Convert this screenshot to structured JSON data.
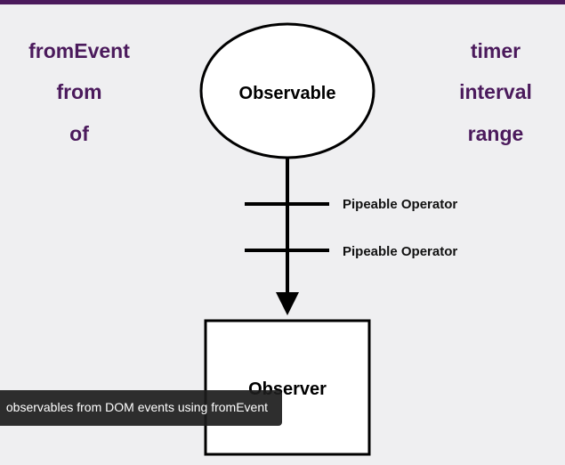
{
  "creation_functions": {
    "left": [
      "fromEvent",
      "from",
      "of"
    ],
    "right": [
      "timer",
      "interval",
      "range"
    ]
  },
  "diagram": {
    "source_label": "Observable",
    "operators": [
      "Pipeable Operator",
      "Pipeable Operator"
    ],
    "target_label": "Observer"
  },
  "caption": {
    "text": "observables from DOM events using fromEvent"
  },
  "colors": {
    "accent": "#4b1a5c",
    "background": "#efeff1",
    "caption_bg": "#1c1c1c"
  }
}
